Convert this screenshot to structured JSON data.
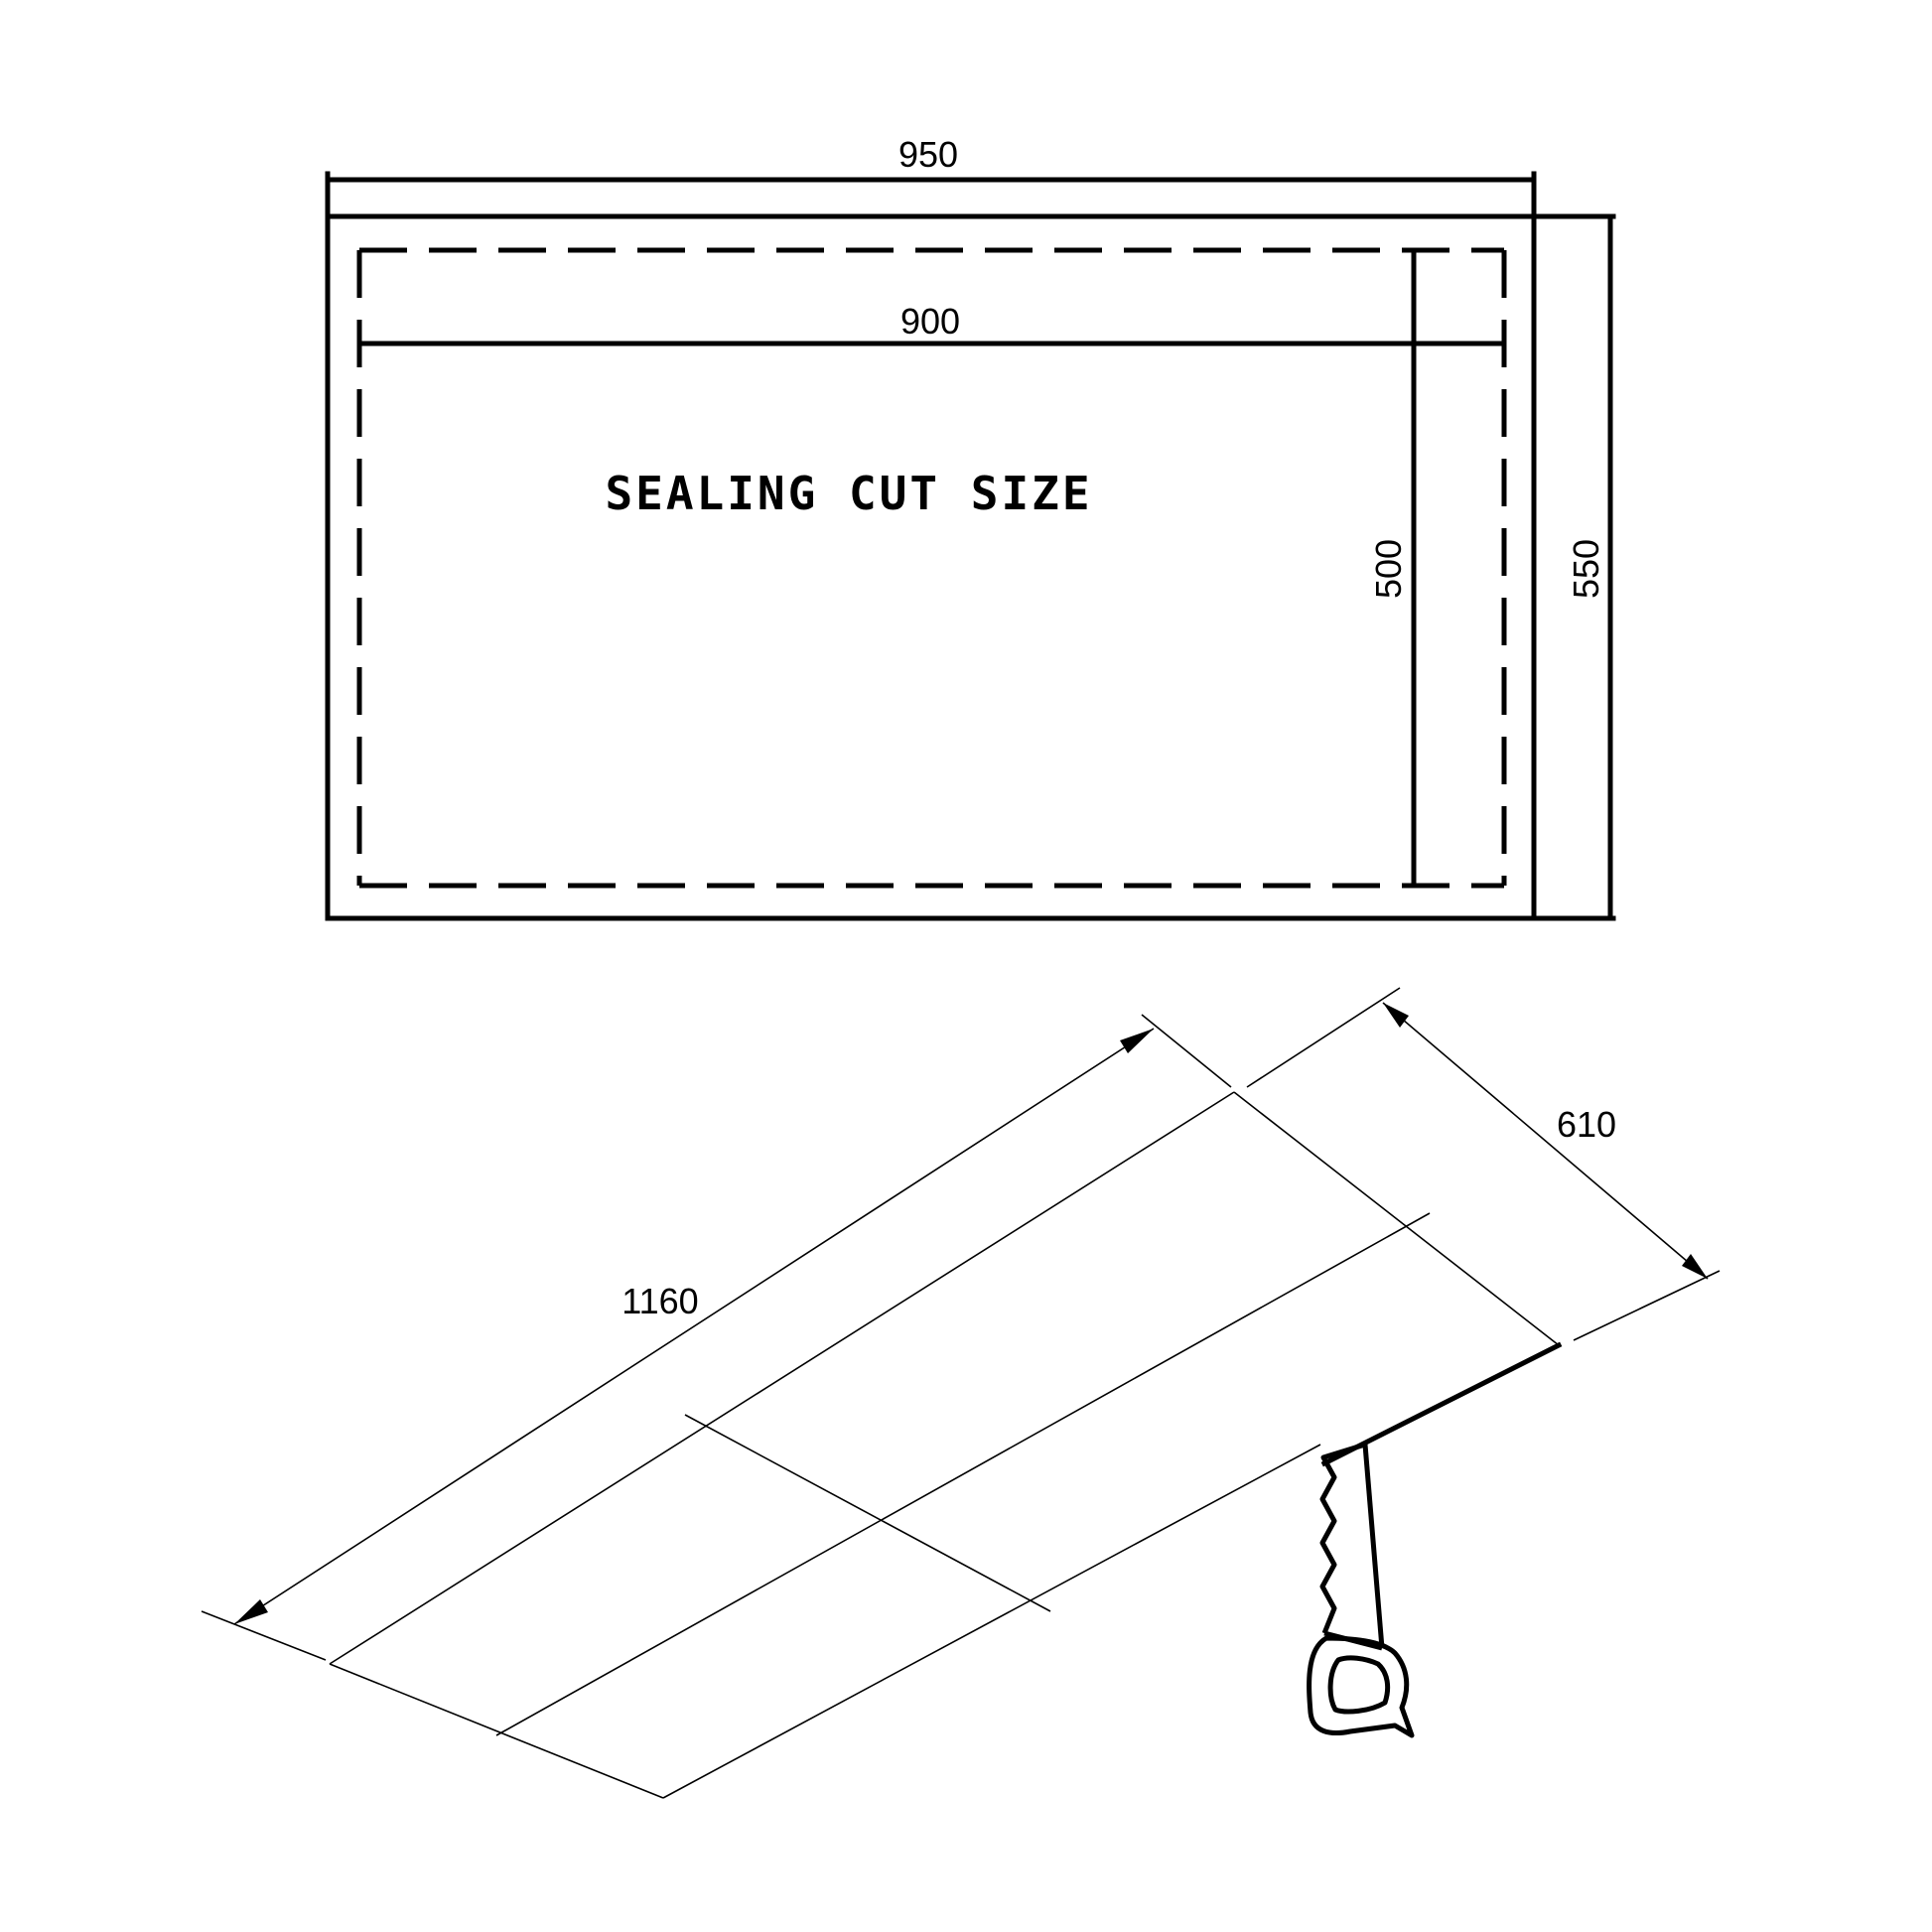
{
  "top_view": {
    "outer_width_label": "950",
    "outer_height_label": "550",
    "inner_width_label": "900",
    "inner_height_label": "500",
    "title": "SEALING CUT SIZE"
  },
  "board_view": {
    "length_label": "1160",
    "width_label": "610"
  },
  "colors": {
    "ink": "#000000",
    "background": "#ffffff"
  },
  "icons": {
    "tool": "hand-saw-icon"
  }
}
